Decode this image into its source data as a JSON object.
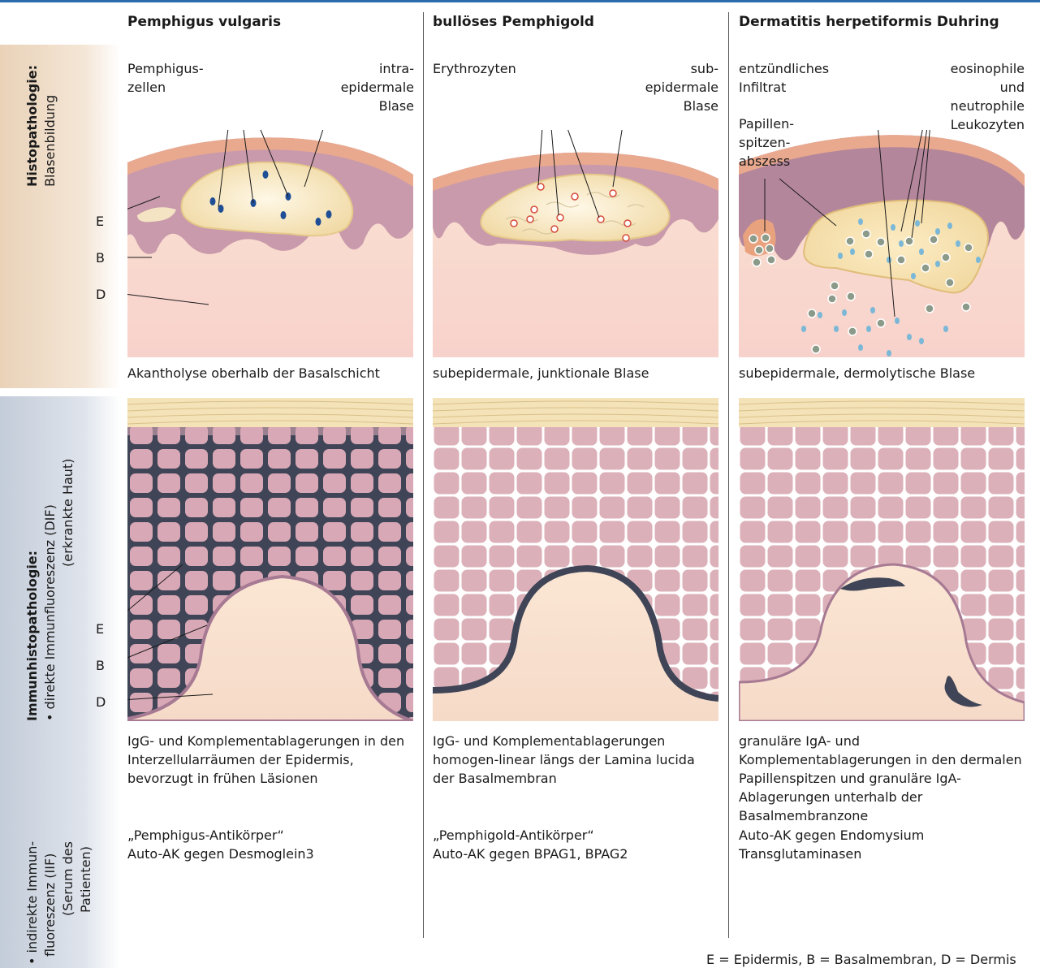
{
  "sidebar": {
    "histo_bold": "Histopathologie:",
    "histo_sub": "Blasenbildung",
    "immun_bold": "Immunhistopathologie:",
    "dif_line1": "• direkte Immunfluoreszenz (DIF)",
    "dif_line2": "(erkrankte Haut)",
    "iif_line1": "• indirekte Immun-",
    "iif_line2": "fluoreszenz (IIF)",
    "iif_line3": "(Serum des",
    "iif_line4": "Patienten)"
  },
  "columns": [
    {
      "title": "Pemphigus vulgaris",
      "label_left_1": "Pemphigus-",
      "label_left_2": "zellen",
      "label_right_1": "intra-",
      "label_right_2": "epidermale",
      "label_right_3": "Blase",
      "histo_caption": "Akantholyse oberhalb der Basalschicht",
      "dif_caption": "IgG- und Komplementablagerungen in den Interzellularräumen der Epidermis, bevorzugt in frühen Läsionen",
      "iif_line1": "„Pemphigus-Antikörper“",
      "iif_line2": "Auto-AK gegen Desmoglein3"
    },
    {
      "title": "bullöses Pemphigold",
      "label_left_1": "Erythrozyten",
      "label_right_1": "sub-",
      "label_right_2": "epidermale",
      "label_right_3": "Blase",
      "histo_caption": "subepidermale, junktionale Blase",
      "dif_caption": "IgG- und Komplementablagerungen homogen-linear längs der Lamina lucida der Basalmembran",
      "iif_line1": "„Pemphigold-Antikörper“",
      "iif_line2": "Auto-AK gegen BPAG1, BPAG2"
    },
    {
      "title": "Dermatitis herpetiformis Duhring",
      "label_left_1": "entzündliches",
      "label_left_2": "Infiltrat",
      "label_left_3": "Papillen-",
      "label_left_4": "spitzen-",
      "label_left_5": "abszess",
      "label_right_1": "eosinophile",
      "label_right_2": "und",
      "label_right_3": "neutrophile",
      "label_right_4": "Leukozyten",
      "histo_caption": "subepidermale, dermolytische Blase",
      "dif_caption": "granuläre IgA- und Komplementablagerungen in den dermalen Papillenspitzen und granuläre IgA-Ablagerungen unterhalb der Basalmembranzone",
      "iif_line1": "Auto-AK gegen Endomysium",
      "iif_line2": "Transglutaminasen"
    }
  ],
  "layer_labels": {
    "e": "E",
    "b": "B",
    "d": "D"
  },
  "footnote": "E = Epidermis, B = Basalmembran, D = Dermis"
}
